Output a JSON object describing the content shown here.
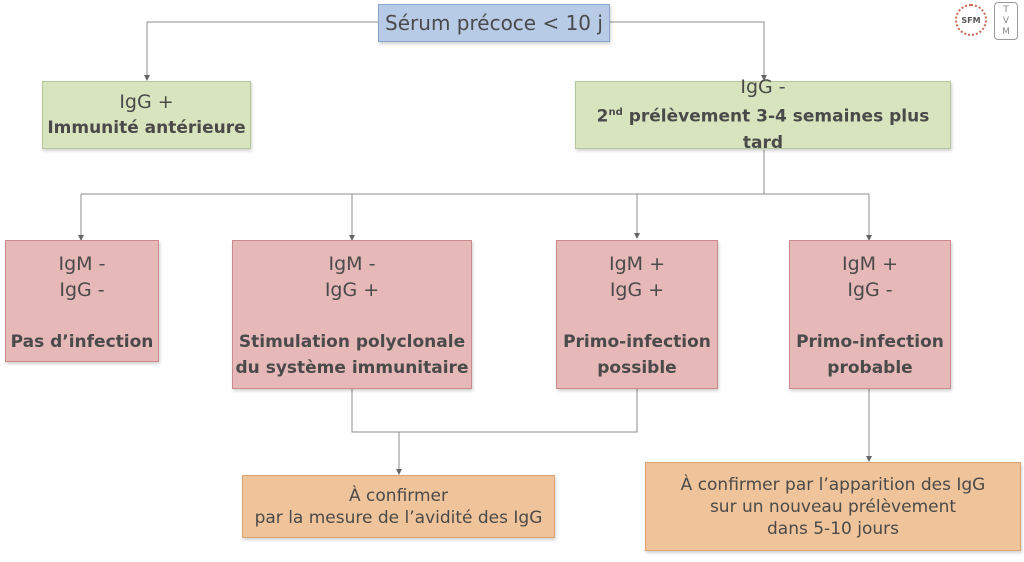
{
  "logos": {
    "left": "SFM",
    "right_letters": [
      "T",
      "V",
      "M"
    ]
  },
  "root": {
    "label": "Sérum précoce < 10 j"
  },
  "level1": {
    "left": {
      "line1": "IgG +",
      "line2": "Immunité antérieure"
    },
    "right": {
      "line1": "IgG -",
      "line2_prefix": "2",
      "line2_sup": "nd",
      "line2_rest": " prélèvement 3-4 semaines plus tard"
    }
  },
  "level2": [
    {
      "line1": "IgM -",
      "line2": "IgG -",
      "conclusion": [
        "Pas d’infection"
      ]
    },
    {
      "line1": "IgM -",
      "line2": "IgG +",
      "conclusion": [
        "Stimulation polyclonale",
        "du système immunitaire"
      ]
    },
    {
      "line1": "IgM +",
      "line2": "IgG +",
      "conclusion": [
        "Primo-infection",
        "possible"
      ]
    },
    {
      "line1": "IgM +",
      "line2": "IgG -",
      "conclusion": [
        "Primo-infection",
        "probable"
      ]
    }
  ],
  "level3": {
    "left": {
      "lines": [
        "À confirmer",
        "par la mesure de l’avidité des IgG"
      ]
    },
    "right": {
      "lines": [
        "À confirmer par l’apparition des IgG",
        "sur un nouveau prélèvement",
        "dans 5-10 jours"
      ]
    }
  },
  "colors": {
    "root": "#b7cbe6",
    "level1": "#d8e4bd",
    "level2": "#e6b8b8",
    "level3": "#f0c49a",
    "connector": "#8c8c8c"
  }
}
